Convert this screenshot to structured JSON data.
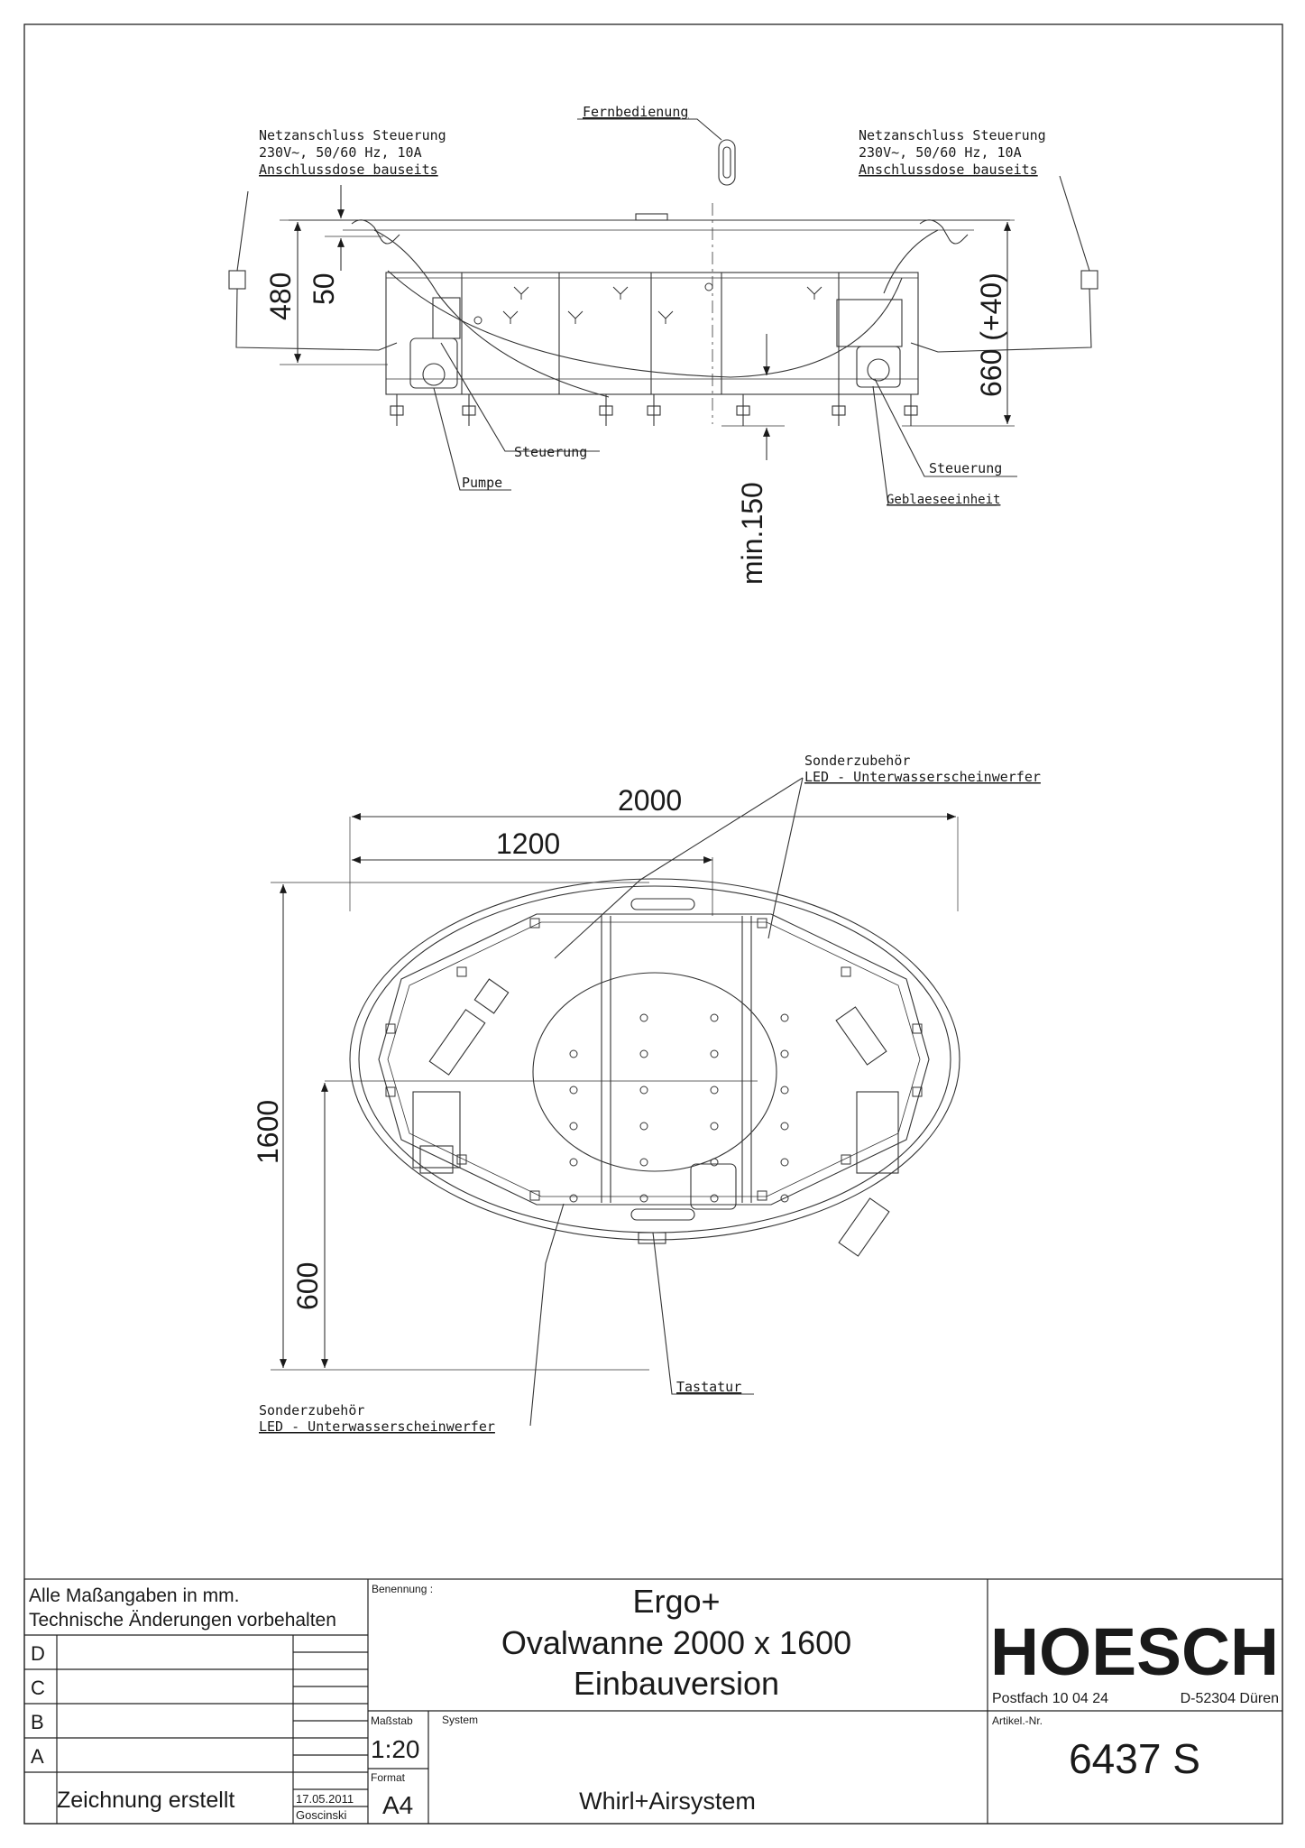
{
  "side_view": {
    "callouts": {
      "netz_left": [
        "Netzanschluss Steuerung",
        "230V~, 50/60 Hz, 10A",
        "Anschlussdose bauseits"
      ],
      "netz_right": [
        "Netzanschluss Steuerung",
        "230V~, 50/60 Hz, 10A",
        "Anschlussdose bauseits"
      ],
      "fernbedienung": "Fernbedienung",
      "steuerung_center": "Steuerung",
      "pumpe": "Pumpe",
      "steuerung_right": "Steuerung",
      "geblaese": "Geblaeseeinheit"
    },
    "dims": {
      "d480": "480",
      "d50": "50",
      "d660": "660 (+40)",
      "dmin150": "min.150"
    }
  },
  "top_view": {
    "callouts": {
      "led_top": [
        "Sonderzubehör",
        "LED - Unterwasserscheinwerfer"
      ],
      "led_bottom": [
        "Sonderzubehör",
        "LED - Unterwasserscheinwerfer"
      ],
      "tastatur": "Tastatur"
    },
    "dims": {
      "d2000": "2000",
      "d1200": "1200",
      "d1600": "1600",
      "d600": "600"
    }
  },
  "title_block": {
    "note1": "Alle Maßangaben in mm.",
    "note2": "Technische Änderungen vorbehalten",
    "revisions": [
      "D",
      "C",
      "B",
      "A"
    ],
    "zeichnung": "Zeichnung erstellt",
    "date": "17.05.2011",
    "author": "Goscinski",
    "benennung_label": "Benennung :",
    "title1": "Ergo+",
    "title2": "Ovalwanne 2000 x 1600",
    "title3": "Einbauversion",
    "massstab_label": "Maßstab",
    "massstab": "1:20",
    "format_label": "Format",
    "format": "A4",
    "system_label": "System",
    "system": "Whirl+Airsystem",
    "logo": "HOESCH",
    "postfach": "Postfach 10 04 24",
    "ort": "D-52304 Düren",
    "artikel_label": "Artikel.-Nr.",
    "artikel": "6437 S"
  }
}
